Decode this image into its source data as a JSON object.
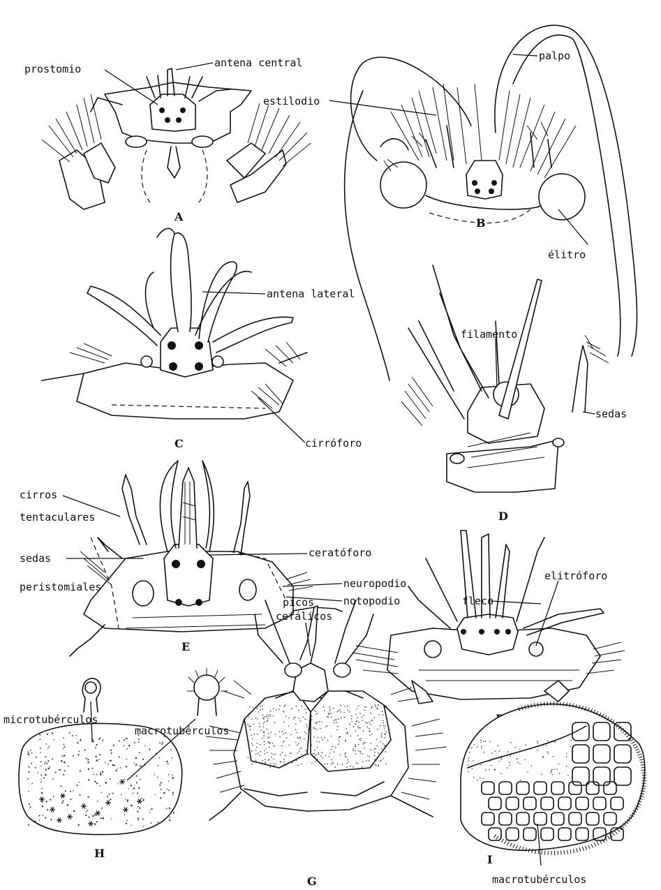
{
  "panels": {
    "A": "A",
    "B": "B",
    "C": "C",
    "D": "D",
    "E": "E",
    "F": "F",
    "G": "G",
    "H": "H",
    "I": "I"
  },
  "labels": {
    "prostomio": "prostomio",
    "antena_central": "antena central",
    "palpo": "palpo",
    "estilodio": "estilodio",
    "elitro": "élitro",
    "antena_lateral": "antena lateral",
    "filamento": "filamento",
    "sedas": "sedas",
    "cirroforo": "cirróforo",
    "cirros": "cirros",
    "tentaculares": "tentaculares",
    "sedas_e": "sedas",
    "peristomiales": "peristomiales",
    "ceratoforo": "ceratóforo",
    "neuropodio": "neuropodio",
    "notopodio": "notopodio",
    "elitroforo": "elitróforo",
    "picos": "picos",
    "cefalicos": "cefálicos",
    "microtuberculos": "microtubérculos",
    "macrotuberculos_h": "macrotubérculos",
    "fleco": "fleco",
    "macrotuberculos_i": "macrotubérculos"
  }
}
